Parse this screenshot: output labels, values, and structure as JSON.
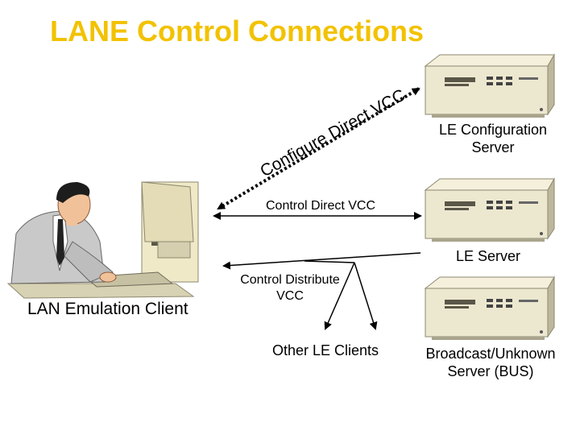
{
  "title": "LANE Control Connections",
  "labels": {
    "config_server": [
      "LE Configuration",
      "Server"
    ],
    "le_server": "LE Server",
    "bus": [
      "Broadcast/Unknown",
      "Server (BUS)"
    ],
    "client": "LAN Emulation Client",
    "other_clients": "Other LE Clients",
    "control_direct": "Control Direct VCC",
    "control_distribute": [
      "Control Distribute",
      "VCC"
    ],
    "configure_direct": "Configure Direct VCC"
  },
  "colors": {
    "title": "#f2c200",
    "server_body": "#ece7cf",
    "server_shadow": "#a9a48c",
    "monitor": "#efe9c8",
    "arrow": "#000000"
  },
  "icons": [
    "server-icon",
    "person-at-computer-icon"
  ]
}
